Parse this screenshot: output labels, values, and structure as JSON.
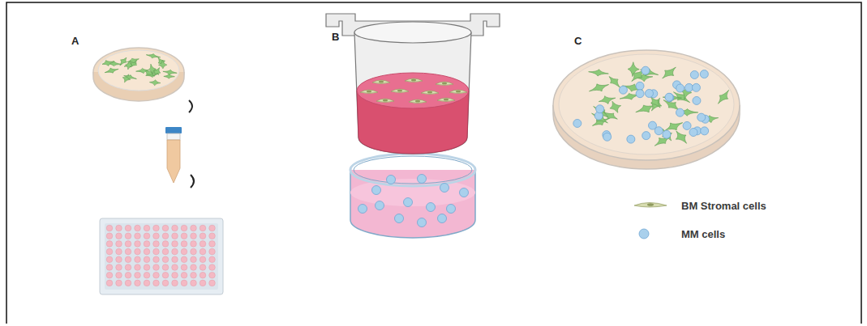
{
  "diagram": {
    "labels": [
      "A",
      "B",
      "C"
    ],
    "legend": [
      {
        "text": "BM Stromal cells"
      },
      {
        "text": "MM cells"
      }
    ]
  }
}
